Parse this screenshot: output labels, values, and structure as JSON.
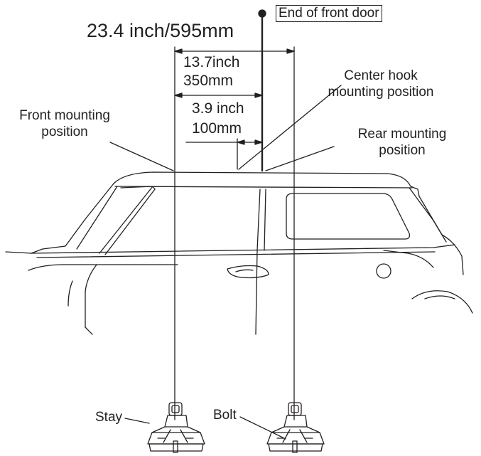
{
  "labels": {
    "overall_length": "23.4 inch/595mm",
    "end_of_front_door": "End of front door",
    "dim_350_inch": "13.7inch",
    "dim_350_mm": "350mm",
    "dim_100_inch": "3.9 inch",
    "dim_100_mm": "100mm",
    "center_hook_line1": "Center hook",
    "center_hook_line2": "mounting position",
    "front_mount_line1": "Front mounting",
    "front_mount_line2": "position",
    "rear_mount_line1": "Rear mounting",
    "rear_mount_line2": "position",
    "stay": "Stay",
    "bolt": "Bolt"
  },
  "colors": {
    "line": "#231f20",
    "background": "#ffffff"
  }
}
